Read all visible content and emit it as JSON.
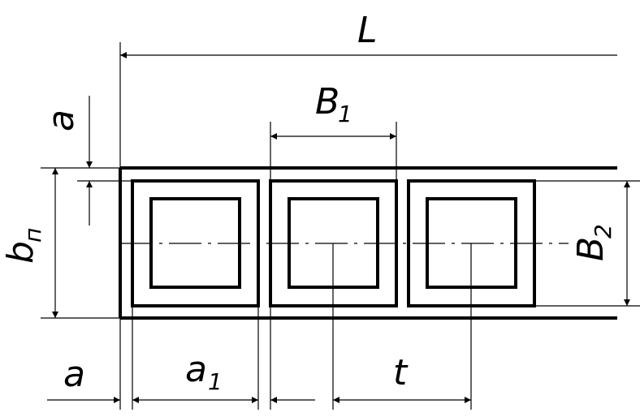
{
  "labels": {
    "total_length": "L",
    "cell_width": "B",
    "cell_width_sub": "1",
    "strip_width": "B",
    "strip_width_sub": "2",
    "band_height_base": "b",
    "band_height_sub": "п",
    "margin_top": "a",
    "margin_left": "a",
    "cell_length": "a",
    "cell_length_sub": "1",
    "pitch": "t"
  },
  "colors": {
    "line": "#000000",
    "background": "#ffffff"
  }
}
